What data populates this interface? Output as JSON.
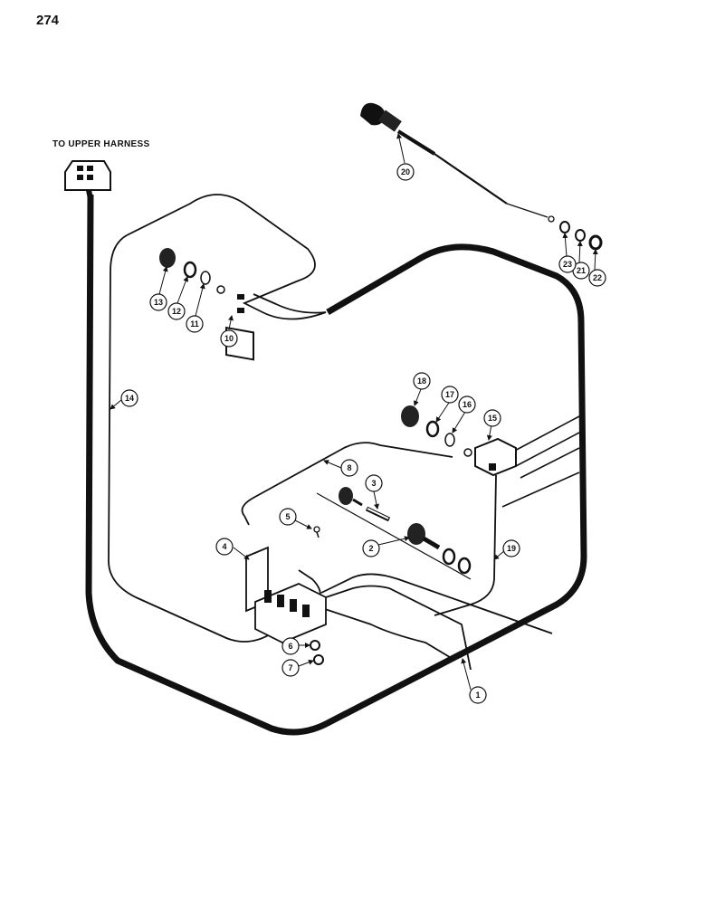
{
  "page": {
    "number": "274"
  },
  "labels": {
    "upper_harness": "TO UPPER HARNESS"
  },
  "callouts": [
    "1",
    "2",
    "3",
    "4",
    "5",
    "6",
    "7",
    "8",
    "10",
    "11",
    "12",
    "13",
    "14",
    "15",
    "16",
    "17",
    "18",
    "19",
    "20",
    "21",
    "22",
    "23"
  ]
}
